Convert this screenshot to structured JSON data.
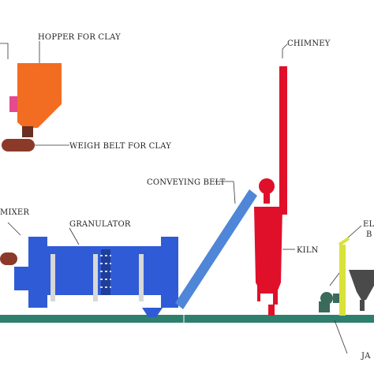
{
  "labels": {
    "hopper": "HOPPER  FOR CLAY",
    "weigh_belt": "WEIGH BELT FOR CLAY",
    "chimney": "CHIMNEY",
    "conveying_belt": "CONVEYING BELT",
    "mixer": "MIXER",
    "granulator": "GRANULATOR",
    "kiln": "KILN",
    "el_partial": "EL",
    "b_partial": "B",
    "ja_partial": "JA"
  },
  "colors": {
    "hopper": "#f26d21",
    "hopper_outlet": "#e54a8f",
    "weigh_belt": "#8b3a2a",
    "granulator": "#2f5bd6",
    "granulator_rings": "#d8d8d8",
    "conveyor": "#4f86d8",
    "kiln": "#e0102a",
    "ground": "#2f7f6f",
    "elevator": "#d9e23a",
    "bin": "#4a4a4a",
    "fan": "#3a6a5a"
  }
}
